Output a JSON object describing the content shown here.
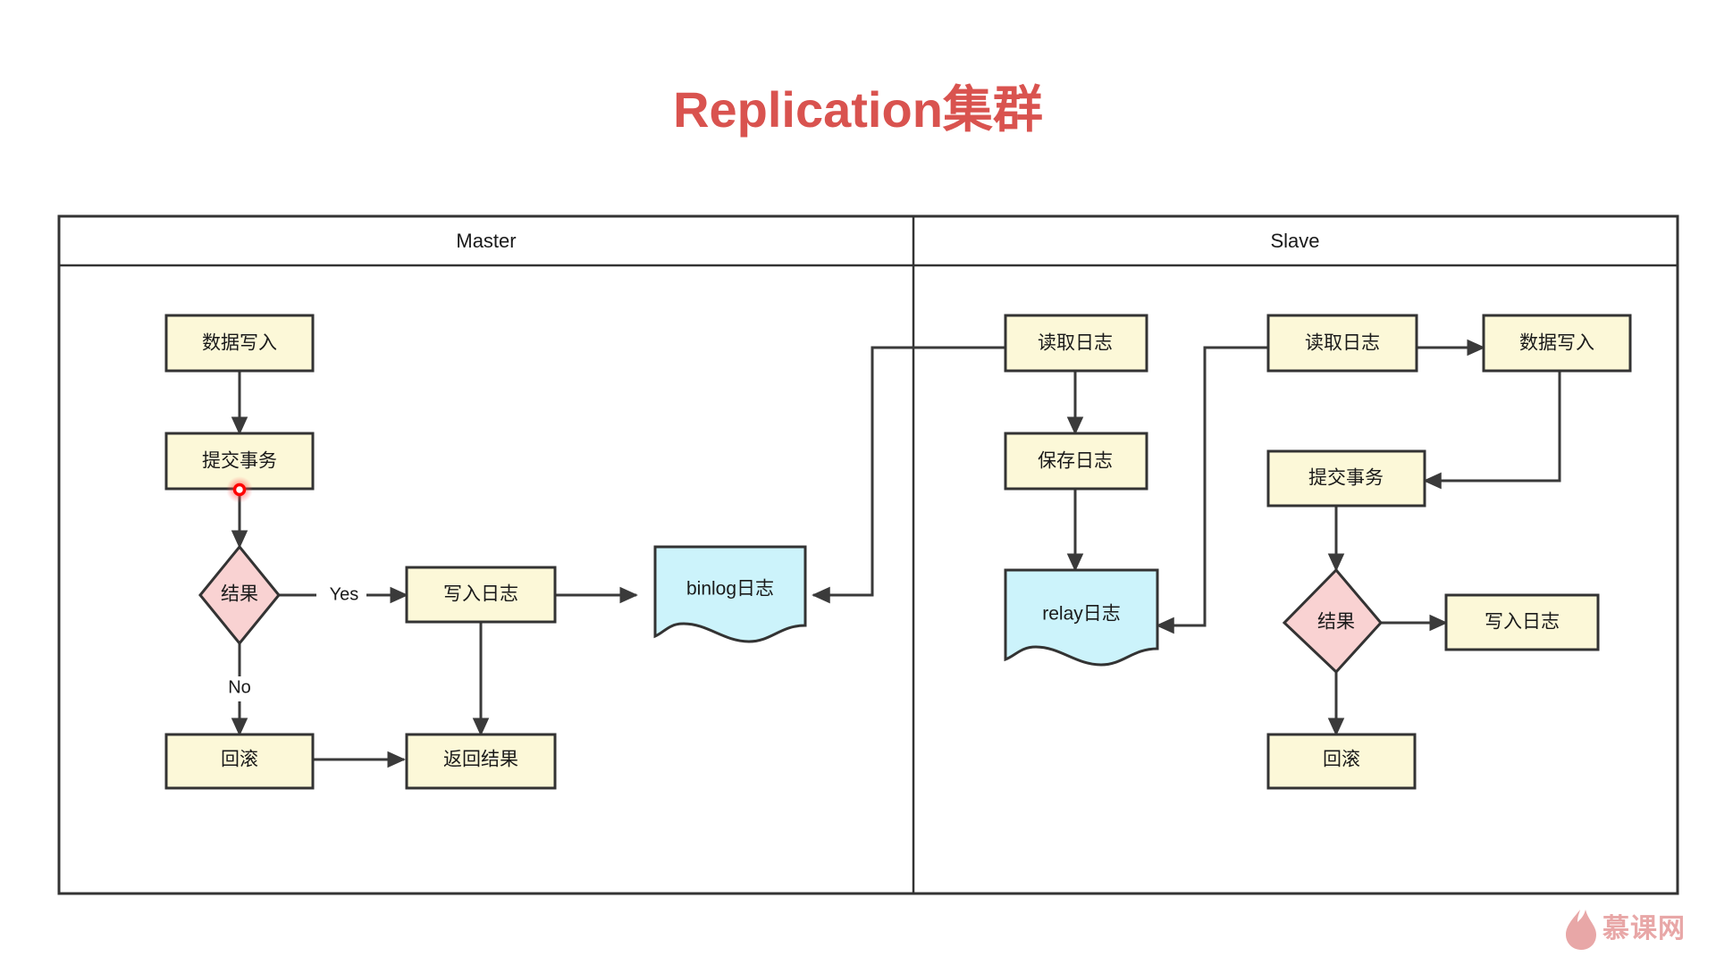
{
  "title": "Replication集群",
  "title_color": "#d9534f",
  "colors": {
    "process_fill": "#fcf8d8",
    "decision_fill": "#f9d2d2",
    "document_fill": "#ccf3fb",
    "stroke": "#333333",
    "marker_dot": "#ff0000",
    "watermark": "#e8a7a7"
  },
  "lanes": [
    {
      "id": "master",
      "label": "Master"
    },
    {
      "id": "slave",
      "label": "Slave"
    }
  ],
  "master": {
    "nodes": {
      "data_write": "数据写入",
      "commit_tx": "提交事务",
      "result": "结果",
      "write_log": "写入日志",
      "binlog": "binlog日志",
      "rollback": "回滚",
      "return_result": "返回结果"
    },
    "edge_labels": {
      "yes": "Yes",
      "no": "No"
    }
  },
  "slave": {
    "nodes": {
      "read_log_io": "读取日志",
      "save_log": "保存日志",
      "relay_log": "relay日志",
      "read_log_sql": "读取日志",
      "data_write": "数据写入",
      "commit_tx": "提交事务",
      "result": "结果",
      "write_log": "写入日志",
      "rollback": "回滚"
    }
  },
  "watermark": {
    "text": "慕课网",
    "icon": "flame-icon"
  }
}
